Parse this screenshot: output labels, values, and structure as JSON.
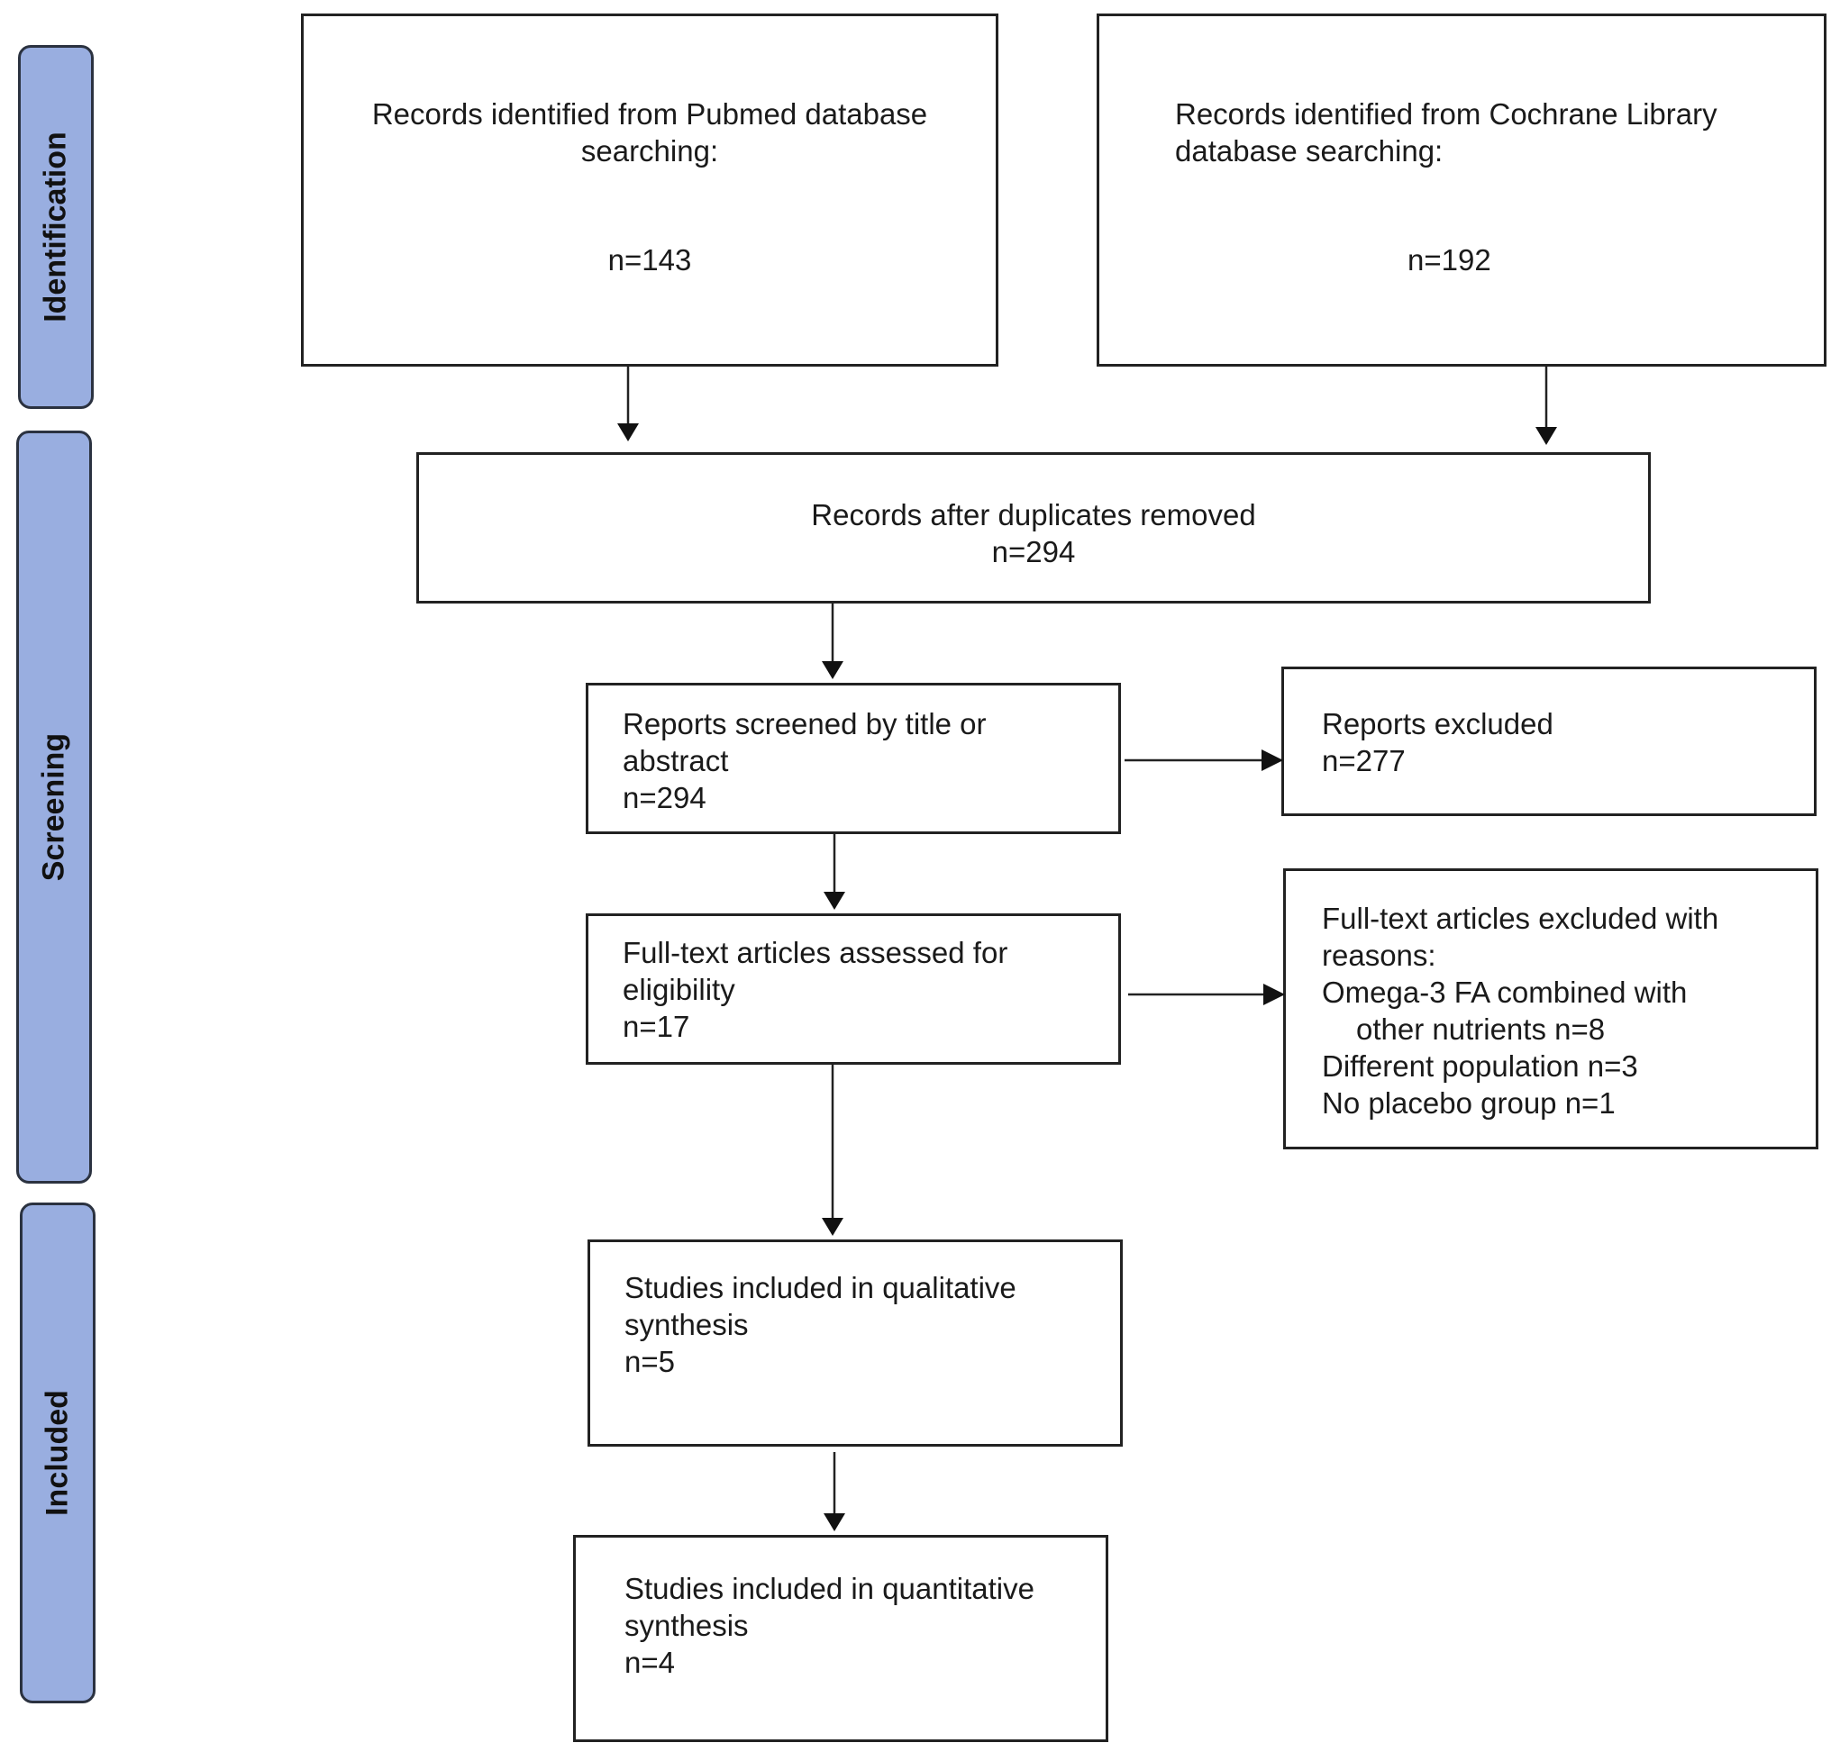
{
  "stages": {
    "identification": "Identification",
    "screening": "Screening",
    "included": "Included"
  },
  "pubmed": {
    "line1": "Records identified from Pubmed database",
    "line2": "searching:",
    "count": "n=143"
  },
  "cochrane": {
    "line1": "Records identified from Cochrane Library",
    "line2": "database searching:",
    "count": "n=192"
  },
  "duplicates": {
    "line1": "Records after duplicates removed",
    "count": "n=294"
  },
  "screened": {
    "line1": "Reports screened by title or",
    "line2": "abstract",
    "count": "n=294"
  },
  "excluded": {
    "line1": "Reports excluded",
    "count": "n=277"
  },
  "fulltext": {
    "line1": "Full-text articles assessed for",
    "line2": "eligibility",
    "count": "n=17"
  },
  "fulltext_excluded": {
    "line1": "Full-text articles excluded with",
    "line2": "reasons:",
    "line3": "Omega-3 FA combined with",
    "line4": "other nutrients n=8",
    "line5": "Different population n=3",
    "line6": "No placebo group n=1"
  },
  "qualitative": {
    "line1": "Studies included in qualitative",
    "line2": "synthesis",
    "count": "n=5"
  },
  "quantitative": {
    "line1": "Studies included in quantitative",
    "line2": "synthesis",
    "count": "n=4"
  }
}
